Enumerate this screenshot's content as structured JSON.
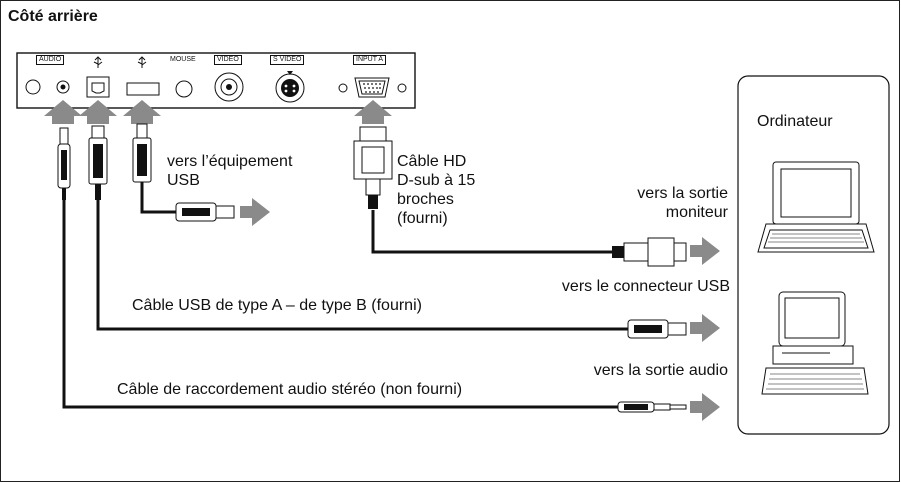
{
  "title": "Côté arrière",
  "panel": {
    "audio": "AUDIO",
    "mouse": "MOUSE",
    "video": "VIDEO",
    "s_video": "S VIDEO",
    "input_a": "INPUT A"
  },
  "computer_label": "Ordinateur",
  "labels": {
    "usb_equipment": "vers l’équipement\nUSB",
    "hd_cable": "Câble HD\nD-sub à 15\nbroches\n(fourni)",
    "monitor_out": "vers la sortie\nmoniteur",
    "usb_connector": "vers le connecteur USB",
    "usb_cable": "Câble USB de type A – de type B (fourni)",
    "audio_out": "vers la sortie audio",
    "audio_cable": "Câble de raccordement audio stéréo (non fourni)"
  }
}
